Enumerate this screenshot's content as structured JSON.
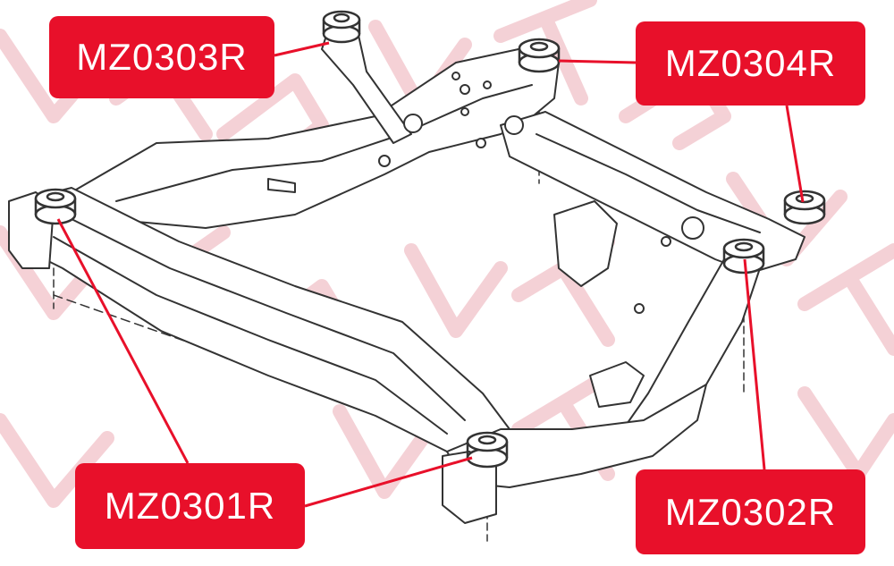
{
  "diagram": {
    "watermark": "VTR",
    "colors": {
      "label_bg": "#e8102a",
      "label_text": "#ffffff",
      "leader": "#e8102a",
      "outline": "#333333",
      "watermark": "#f3c9cf"
    },
    "callouts": [
      {
        "id": "lbl-303",
        "part_number": "MZ0303R"
      },
      {
        "id": "lbl-304",
        "part_number": "MZ0304R"
      },
      {
        "id": "lbl-301",
        "part_number": "MZ0301R"
      },
      {
        "id": "lbl-302",
        "part_number": "MZ0302R"
      }
    ]
  }
}
